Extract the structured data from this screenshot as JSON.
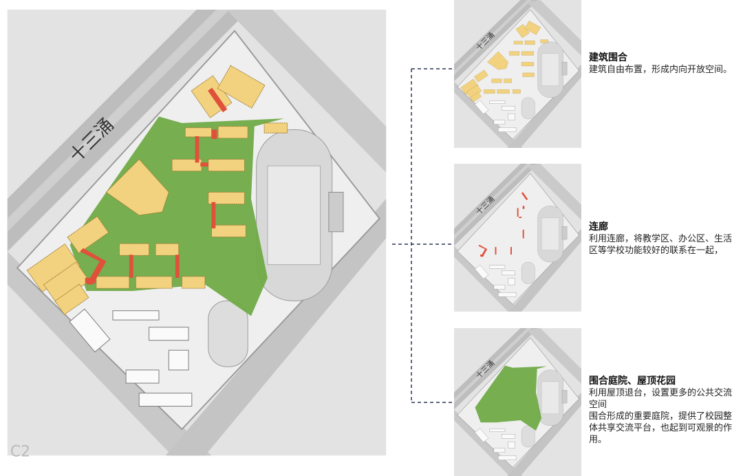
{
  "plan": {
    "road_label": "十三涌",
    "block_label": "C2"
  },
  "colors": {
    "building": "#f2d27e",
    "green": "#6faa47",
    "corridor": "#e0503a",
    "site": "#dcdcdc",
    "road": "#b8b8b8"
  },
  "notes": [
    {
      "title": "建筑围合",
      "lines": [
        "建筑自由布置，形成内向开放空间。"
      ]
    },
    {
      "title": "连廊",
      "lines": [
        "利用连廊，将教学区、办公区、生活区等学校功能较好的联系在一起，"
      ]
    },
    {
      "title": "围合庭院、屋顶花园",
      "lines": [
        "利用屋顶退台，设置更多的公共交流空间",
        "围合形成的重要庭院，提供了校园整体共享交流平台，也起到可观景的作用。"
      ]
    }
  ]
}
